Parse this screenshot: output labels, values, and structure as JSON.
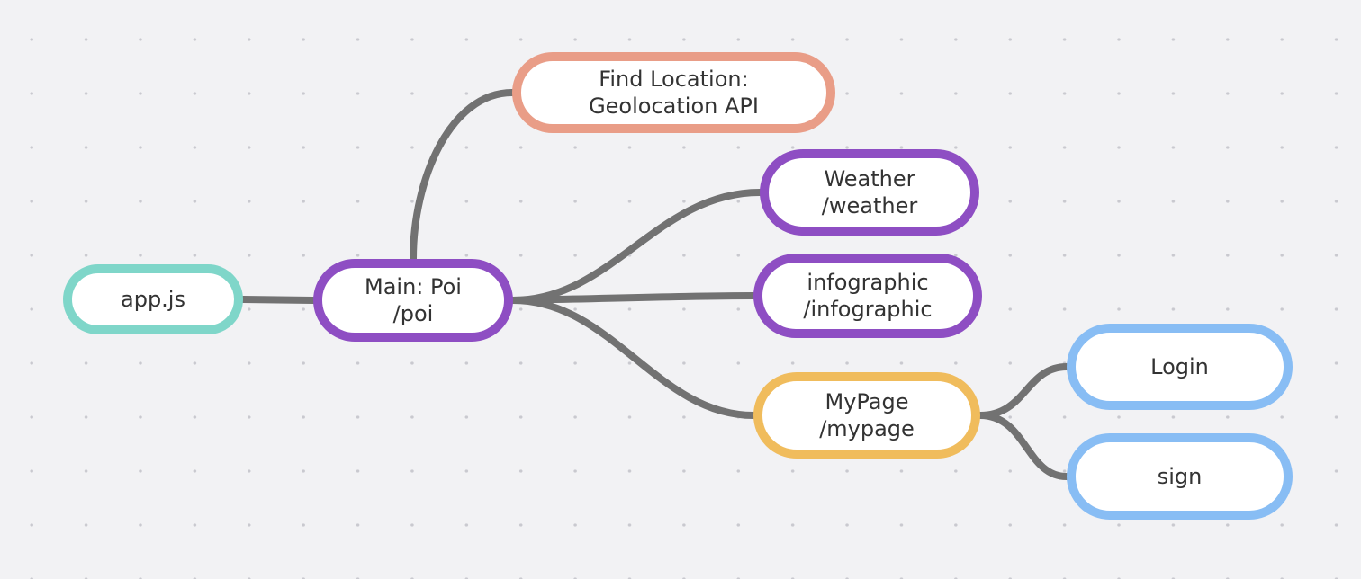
{
  "diagram": {
    "edge_color": "#727272",
    "nodes": [
      {
        "id": "app",
        "lines": [
          "app.js"
        ],
        "border_color": "#7fd6c9"
      },
      {
        "id": "main",
        "lines": [
          "Main: Poi",
          "/poi"
        ],
        "border_color": "#8e4ec3"
      },
      {
        "id": "find",
        "lines": [
          "Find Location:",
          "Geolocation API"
        ],
        "border_color": "#e99d87"
      },
      {
        "id": "weather",
        "lines": [
          "Weather",
          "/weather"
        ],
        "border_color": "#8e4ec3"
      },
      {
        "id": "info",
        "lines": [
          "infographic",
          "/infographic"
        ],
        "border_color": "#8e4ec3"
      },
      {
        "id": "mypage",
        "lines": [
          "MyPage",
          "/mypage"
        ],
        "border_color": "#f0bc5c"
      },
      {
        "id": "login",
        "lines": [
          "Login"
        ],
        "border_color": "#88bdf4"
      },
      {
        "id": "sign",
        "lines": [
          "sign"
        ],
        "border_color": "#88bdf4"
      }
    ],
    "edges": [
      {
        "from": "app",
        "to": "main"
      },
      {
        "from": "main",
        "to": "find"
      },
      {
        "from": "main",
        "to": "weather"
      },
      {
        "from": "main",
        "to": "info"
      },
      {
        "from": "main",
        "to": "mypage"
      },
      {
        "from": "mypage",
        "to": "login"
      },
      {
        "from": "mypage",
        "to": "sign"
      }
    ]
  }
}
